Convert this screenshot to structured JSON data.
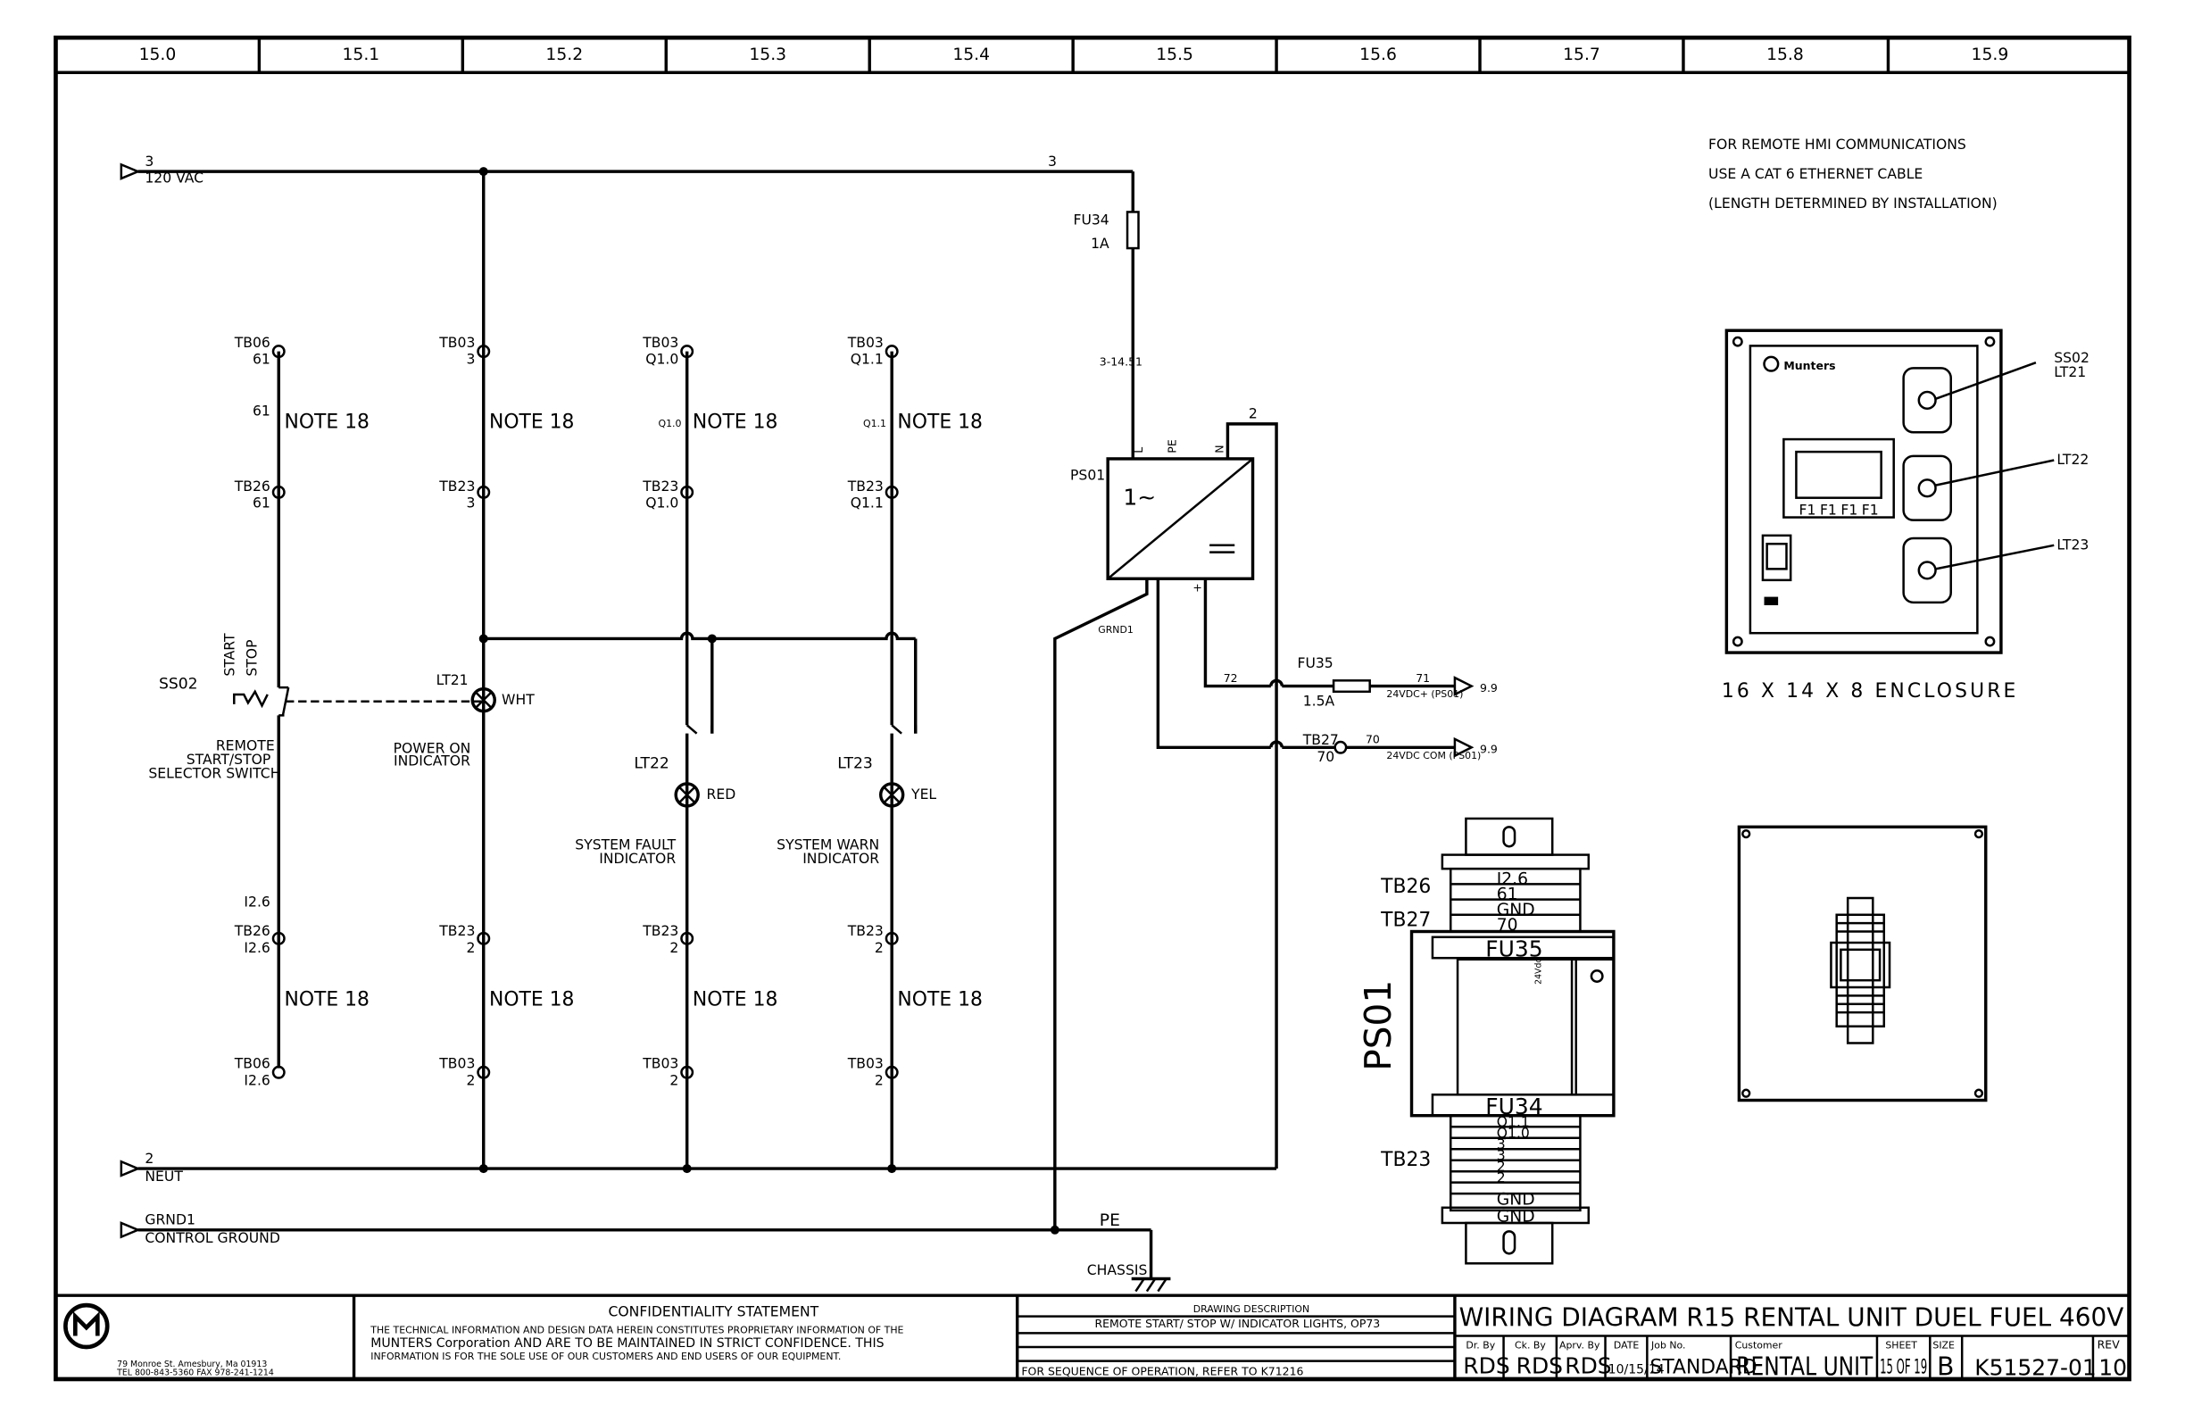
{
  "zones": [
    "15.0",
    "15.1",
    "15.2",
    "15.3",
    "15.4",
    "15.5",
    "15.6",
    "15.7",
    "15.8",
    "15.9"
  ],
  "wires": {
    "line_num": "3",
    "line_volt": "120 VAC",
    "line_right_num": "3",
    "neut_num": "2",
    "neut_label": "NEUT",
    "grnd_num": "GRND1",
    "grnd_label": "CONTROL GROUND",
    "pe": "PE",
    "chassis": "CHASSIS",
    "w3_1451": "3-14.51",
    "w2": "2",
    "w72": "72",
    "w71": "71",
    "w70": "70",
    "grnd1": "GRND1"
  },
  "terminals": {
    "c1_top": "TB06",
    "c1_top_v": "61",
    "c1_wire": "61",
    "c1_mid": "TB26",
    "c1_mid_v": "61",
    "c1_b_wire": "I2.6",
    "c1_b1": "TB26",
    "c1_b1_v": "I2.6",
    "c1_b2": "TB06",
    "c1_b2_v": "I2.6",
    "c2_top": "TB03",
    "c2_top_v": "3",
    "c2_mid": "TB23",
    "c2_mid_v": "3",
    "c2_b1": "TB23",
    "c2_b1_v": "2",
    "c2_b2": "TB03",
    "c2_b2_v": "2",
    "c3_top": "TB03",
    "c3_top_v": "Q1.0",
    "c3_wire": "Q1.0",
    "c3_mid": "TB23",
    "c3_mid_v": "Q1.0",
    "c3_b1": "TB23",
    "c3_b1_v": "2",
    "c3_b2": "TB03",
    "c3_b2_v": "2",
    "c4_top": "TB03",
    "c4_top_v": "Q1.1",
    "c4_wire": "Q1.1",
    "c4_mid": "TB23",
    "c4_mid_v": "Q1.1",
    "c4_b1": "TB23",
    "c4_b1_v": "2",
    "c4_b2": "TB03",
    "c4_b2_v": "2"
  },
  "note18": "NOTE 18",
  "components": {
    "ss02": "SS02",
    "start": "START",
    "stop": "STOP",
    "ss02_desc1": "REMOTE",
    "ss02_desc2": "START/STOP",
    "ss02_desc3": "SELECTOR SWITCH",
    "lt21": "LT21",
    "wht": "WHT",
    "lt21_desc1": "POWER ON",
    "lt21_desc2": "INDICATOR",
    "lt22": "LT22",
    "red": "RED",
    "lt22_desc1": "SYSTEM FAULT",
    "lt22_desc2": "INDICATOR",
    "lt23": "LT23",
    "yel": "YEL",
    "lt23_desc1": "SYSTEM WARN",
    "lt23_desc2": "INDICATOR",
    "fu34": "FU34",
    "fu34_rating": "1A",
    "ps01": "PS01",
    "ps_l": "L",
    "ps_pe": "PE",
    "ps_n": "N",
    "ps_ac": "1~",
    "ps_plus": "+",
    "fu35": "FU35",
    "fu35_rating": "1.5A",
    "out_24v": "24VDC+ (PS01)",
    "ref_99a": "9.9",
    "tb27": "TB27",
    "tb27_v": "70",
    "out_com": "24VDC COM (PS01)",
    "ref_99b": "9.9"
  },
  "notes": {
    "hmi1": "FOR REMOTE HMI COMMUNICATIONS",
    "hmi2": "USE A CAT 6 ETHERNET CABLE",
    "hmi3": "(LENGTH DETERMINED BY INSTALLATION)"
  },
  "enclosure": {
    "brand": "Munters",
    "ss02": "SS02",
    "lt21": "LT21",
    "lt22": "LT22",
    "lt23": "LT23",
    "hmi_keys": [
      "F1",
      "F1",
      "F1",
      "F1"
    ],
    "caption": "16 X 14 X 8 ENCLOSURE"
  },
  "rail": {
    "tb26": "TB26",
    "tb27": "TB27",
    "tb23": "TB23",
    "ps01": "PS01",
    "fu35": "FU35",
    "fu34": "FU34",
    "ps_side": "24Vdc",
    "rows_top": [
      "I2.6",
      "61",
      "GND",
      "70"
    ],
    "rows_bottom": [
      "Q1.1",
      "Q1.0",
      "3",
      "3",
      "2",
      "2",
      "GND",
      "GND"
    ]
  },
  "title_block": {
    "addr1": "79 Monroe St. Amesbury, Ma 01913",
    "addr2": "TEL 800-843-5360  FAX 978-241-1214",
    "conf_title": "CONFIDENTIALITY STATEMENT",
    "conf1": "THE TECHNICAL INFORMATION AND DESIGN DATA HEREIN CONSTITUTES PROPRIETARY INFORMATION OF THE",
    "conf2": "MUNTERS Corporation AND ARE TO BE MAINTAINED IN STRICT CONFIDENCE. THIS",
    "conf3": "INFORMATION IS FOR THE SOLE USE OF OUR CUSTOMERS AND END USERS OF OUR EQUIPMENT.",
    "desc_title": "DRAWING DESCRIPTION",
    "desc": "REMOTE START/ STOP W/ INDICATOR LIGHTS, OP73",
    "seq": "FOR SEQUENCE OF OPERATION, REFER TO K71216",
    "title": "WIRING DIAGRAM R15 RENTAL UNIT DUEL FUEL 460V",
    "dr_by_h": "Dr. By",
    "dr_by": "RDS",
    "ck_by_h": "Ck. By",
    "ck_by": "RDS",
    "apr_by_h": "Aprv. By",
    "apr_by": "RDS",
    "date_h": "DATE",
    "date": "10/15/14",
    "job_h": "Job No.",
    "job": "STANDARD",
    "cust_h": "Customer",
    "cust": "RENTAL UNIT",
    "sheet_h": "SHEET",
    "sheet": "15 OF 19",
    "size_h": "SIZE",
    "size": "B",
    "dwg": "K51527-01",
    "rev_h": "REV",
    "rev": "10"
  }
}
